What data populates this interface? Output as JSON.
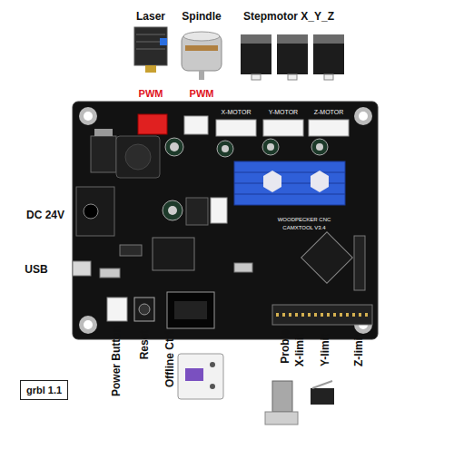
{
  "diagram": {
    "nodes": [
      {
        "text": [
          "grbl 1.1"
        ]
      }
    ],
    "labels": [
      "Laser",
      "Spindle",
      "Stepmotor X_Y_Z",
      "PWM",
      "PWM",
      "X-MOTOR",
      "Y-MOTOR",
      "Z-MOTOR",
      "DC 24V",
      "USB",
      "WOODPECKER CNC",
      "CAMXTOOL V3.4",
      "Power Button",
      "Reset",
      "Offline Ctrl",
      "Proble",
      "X-limit",
      "Y-limit",
      "Z-limit"
    ]
  }
}
